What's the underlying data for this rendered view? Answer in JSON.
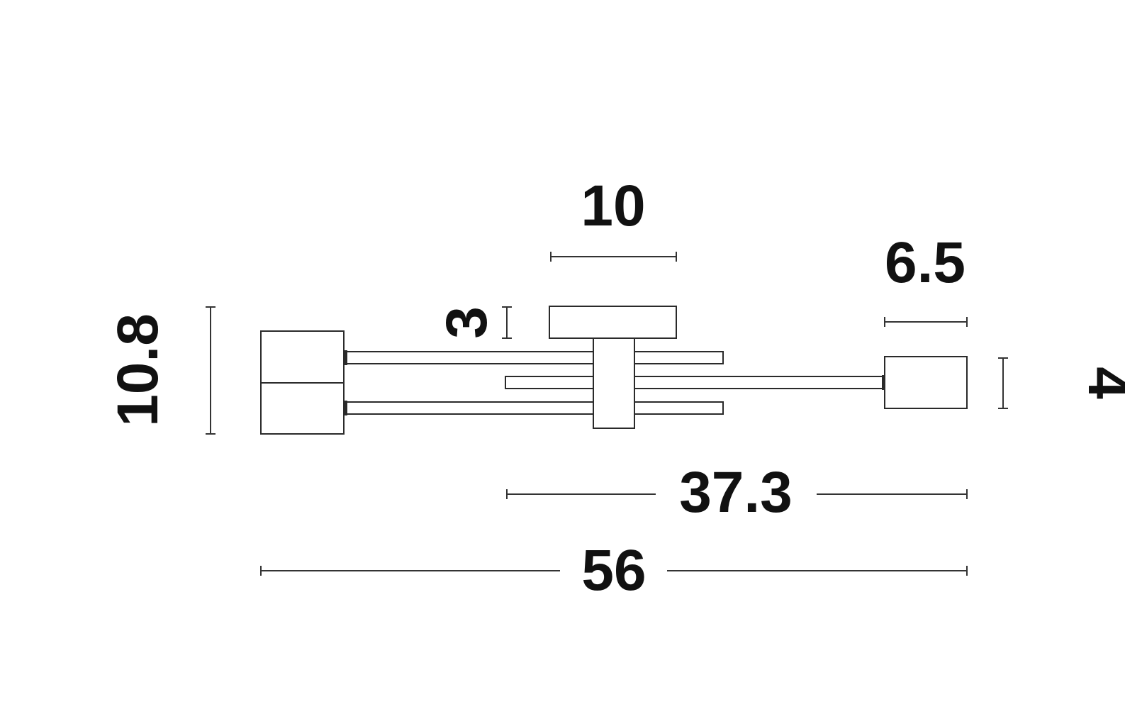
{
  "drawing": {
    "line_color": "#2a2a2a",
    "background": "#ffffff"
  },
  "dimensions": {
    "overall_height": "10.8",
    "canopy_height": "3",
    "canopy_width": "10",
    "shade_width": "6.5",
    "shade_height": "4",
    "arm_length": "37.3",
    "overall_width": "56"
  }
}
